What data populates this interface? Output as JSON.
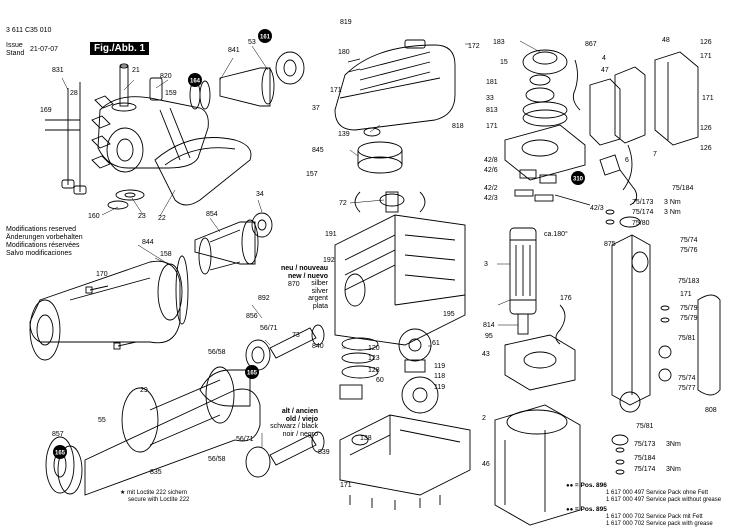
{
  "header": {
    "doc_number": "3 611 C35 010",
    "issue_label": "Issue",
    "stand_label": "Stand",
    "issue_date": "21-07-07",
    "figure_label": "Fig./Abb. 1"
  },
  "notes": [
    "Modifications reserved",
    "Änderungen vorbehalten",
    "Modifications réservées",
    "Salvo modificaciones"
  ],
  "lang_new": {
    "line1": "neu / nouveau",
    "line2": "new / nuevo",
    "line3": "silber",
    "line4": "silver",
    "line5": "argent",
    "line6": "plata"
  },
  "lang_old": {
    "line1": "alt / ancien",
    "line2": "old / viejo",
    "line3": "schwarz / black",
    "line4": "noir / negro"
  },
  "loctite": {
    "line1": "mit Loctite 222 sichern",
    "line2": "secure with Loctite 222"
  },
  "legend": [
    {
      "key": "= Pos. 896",
      "line1": "1 617 000 497 Service Pack ohne Fett",
      "line2": "1 617 000 497 Service pack without grease"
    },
    {
      "key": "= Pos. 895",
      "line1": "1 617 000 702 Service Pack mit Fett",
      "line2": "1 617 000 702 Service pack with grease"
    }
  ],
  "badges": [
    "161",
    "164",
    "165",
    "165",
    "310"
  ],
  "part_labels": [
    "831",
    "28",
    "169",
    "21",
    "820",
    "159",
    "841",
    "53",
    "160",
    "23",
    "22",
    "34",
    "854",
    "844",
    "158",
    "170",
    "56/58",
    "29",
    "55",
    "857",
    "835",
    "856",
    "56/71",
    "73",
    "892",
    "870",
    "56/71",
    "56/58",
    "819",
    "180",
    "172",
    "171",
    "37",
    "818",
    "139",
    "845",
    "157",
    "72",
    "191",
    "192",
    "195",
    "840",
    "120",
    "123",
    "128",
    "60",
    "138",
    "839",
    "171",
    "183",
    "15",
    "181",
    "33",
    "813",
    "171",
    "42/8",
    "42/6",
    "42/2",
    "42/3",
    "42/3",
    "3",
    "814",
    "95",
    "43",
    "176",
    "61",
    "119",
    "118",
    "119",
    "2",
    "46",
    "867",
    "4",
    "47",
    "6",
    "48",
    "126",
    "171",
    "171",
    "126",
    "7",
    "126",
    "75/184",
    "75/173",
    "75/174",
    "75/80",
    "875",
    "75/74",
    "75/76",
    "75/183",
    "171",
    "75/79",
    "75/79",
    "75/81",
    "75/74",
    "75/77",
    "808",
    "75/81",
    "75/173",
    "75/184",
    "75/174"
  ],
  "torques": [
    "3 Nm",
    "3 Nm",
    "3Nm",
    "3Nm"
  ],
  "angle_label": "ca.180°"
}
